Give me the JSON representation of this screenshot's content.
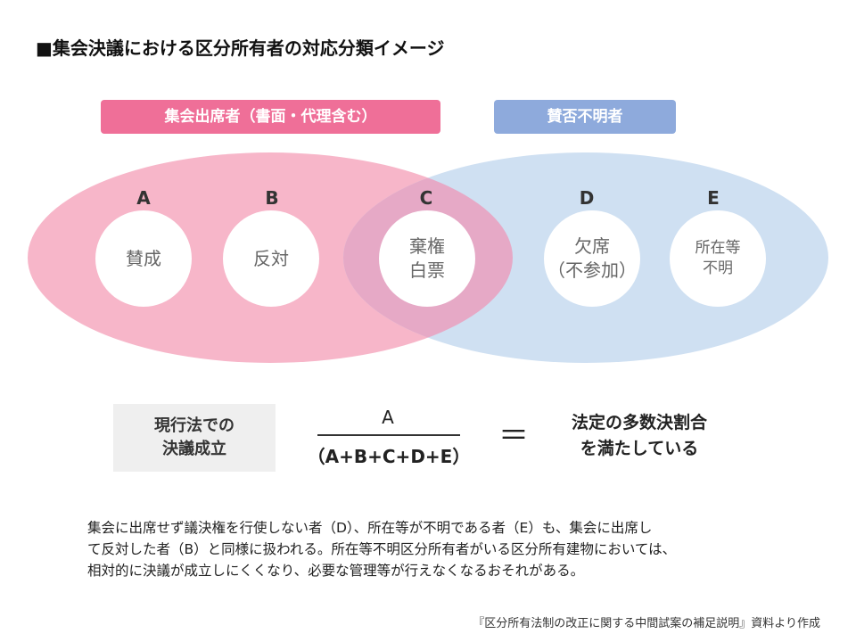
{
  "title": "■集会決議における区分所有者の対応分類イメージ",
  "groups": {
    "attendees": "集会出席者（書面・代理含む）",
    "unknown": "賛否不明者"
  },
  "categories": [
    {
      "letter": "A",
      "label": "賛成"
    },
    {
      "letter": "B",
      "label": "反対"
    },
    {
      "letter": "C",
      "label": "棄権\n白票"
    },
    {
      "letter": "D",
      "label": "欠席\n（不参加）"
    },
    {
      "letter": "E",
      "label": "所在等\n不明"
    }
  ],
  "formula": {
    "condition": "現行法での\n決議成立",
    "numerator": "A",
    "denominator": "（A+B+C+D+E）",
    "equals": "＝",
    "result": "法定の多数決割合\nを満たしている"
  },
  "colors": {
    "pink_ellipse": "#f7b6c9",
    "blue_ellipse": "#cfe0f2",
    "overlap": "#e6a9c6",
    "pink_label": "#ef6f98",
    "blue_label": "#8eaadc"
  },
  "note": "集会に出席せず議決権を行使しない者（D）、所在等が不明である者（E）も、集会に出席し\nて反対した者（B）と同様に扱われる。所在等不明区分所有者がいる区分所有建物においては、\n相対的に決議が成立しにくくなり、必要な管理等が行えなくなるおそれがある。",
  "source": "『区分所有法制の改正に関する中間試案の補足説明』資料より作成"
}
